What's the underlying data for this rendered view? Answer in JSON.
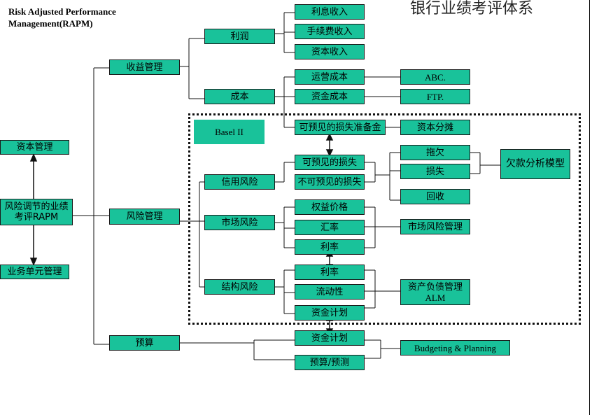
{
  "title_en_line1": "Risk Adjusted Performance",
  "title_en_line2": "Management(RAPM)",
  "title_zh": "银行业绩考评体系",
  "basel": "Basel II",
  "nodes": {
    "capital_mgmt": "资本管理",
    "rapm": "风险调节的业绩考评RAPM",
    "bu_mgmt": "业务单元管理",
    "revenue_mgmt": "收益管理",
    "risk_mgmt": "风险管理",
    "budget": "预算",
    "profit": "利润",
    "cost": "成本",
    "credit_risk": "信用风险",
    "market_risk": "市场风险",
    "structural_risk": "结构风险",
    "interest_income": "利息收入",
    "fee_income": "手续费收入",
    "capital_income": "资本收入",
    "operating_cost": "运营成本",
    "funding_cost": "资金成本",
    "expected_loss_provision": "可预见的损失准备金",
    "expected_loss": "可预见的损失",
    "unexpected_loss": "不可预见的损失",
    "equity_price": "权益价格",
    "fx_rate": "汇率",
    "interest_rate_market": "利率",
    "interest_rate_struct": "利率",
    "liquidity": "流动性",
    "funding_plan_struct": "资金计划",
    "funding_plan_budget": "资金计划",
    "budget_forecast": "预算/预测",
    "abc": "ABC.",
    "ftp": "FTP.",
    "capital_allocation": "资本分摊",
    "delinquency": "拖欠",
    "loss": "损失",
    "recovery": "回收",
    "arrears_model": "欠款分析模型",
    "market_risk_mgmt": "市场风险管理",
    "alm_line1": "资产负债管理",
    "alm_line2": "ALM",
    "budgeting_planning": "Budgeting & Planning"
  }
}
